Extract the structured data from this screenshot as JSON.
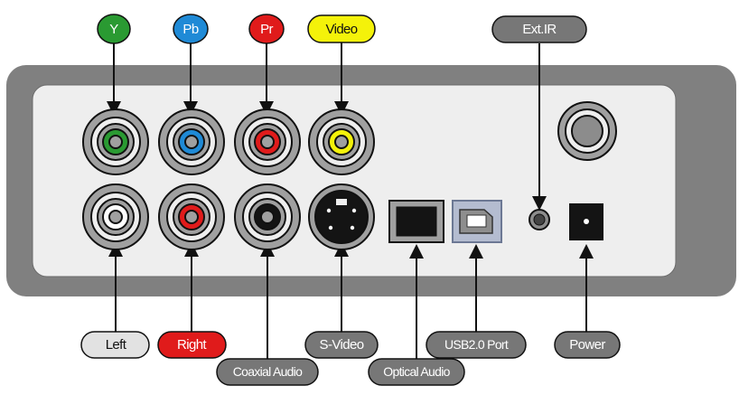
{
  "colors": {
    "panel_outer": "#808080",
    "panel_inner": "#eeeeee",
    "ring_gray": "#a0a0a0",
    "green": "#2a9a32",
    "blue": "#1f8ad6",
    "red": "#e01b1b",
    "yellow": "#f4f20a",
    "white": "#ffffff",
    "black": "#141414",
    "label_gray": "#777777",
    "label_light": "#e2e2e2"
  },
  "top_labels": {
    "y": "Y",
    "pb": "Pb",
    "pr": "Pr",
    "video": "Video",
    "ext_ir": "Ext.IR"
  },
  "bottom_labels": {
    "left": "Left",
    "right": "Right",
    "coaxial_audio": "Coaxial Audio",
    "s_video": "S-Video",
    "optical_audio": "Optical Audio",
    "usb": "USB2.0 Port",
    "power": "Power"
  }
}
